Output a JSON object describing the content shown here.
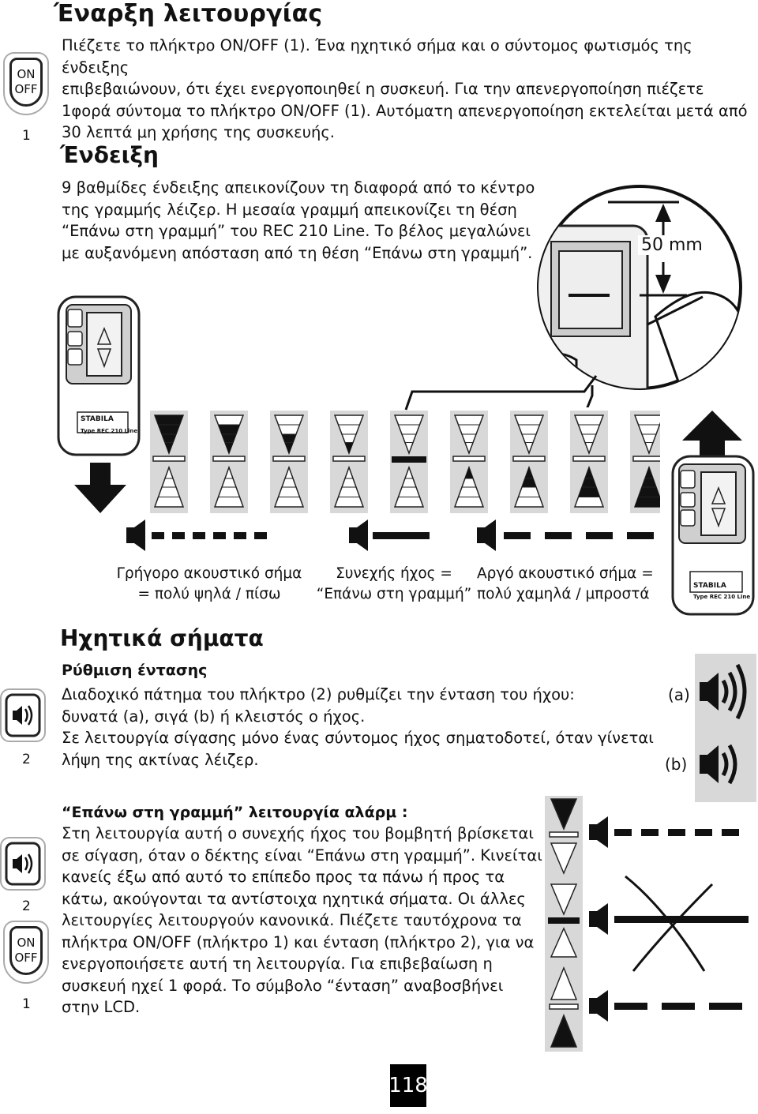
{
  "section1": {
    "title": "Έναρξη λειτουργίας",
    "key_on": "ON",
    "key_off": "OFF",
    "key_number": "1",
    "paragraph": [
      "Πιέζετε το πλήκτρο ON/OFF (1). Ένα ηχητικό σήμα και ο σύντομος φωτισμός της ένδειξης",
      "επιβεβαιώνουν, ότι έχει ενεργοποιηθεί η συσκευή. Για την απενεργοποίηση πιέζετε",
      "1φορά σύντομα το πλήκτρο ON/OFF (1). Αυτόματη απενεργοποίηση εκτελείται μετά από",
      "30 λεπτά μη χρήσης της συσκευής."
    ]
  },
  "section_display": {
    "title": "Ένδειξη",
    "paragraph": [
      "9 βαθμίδες ένδειξης απεικονίζουν τη διαφορά από το κέντρο",
      "της γραμμής λέιζερ. Η μεσαία γραμμή απεικονίζει τη θέση",
      "“Επάνω στη γραμμή” του REC 210 Line. Το βέλος μεγαλώνει",
      "με αυξανόμενη απόσταση από τη θέση “Επάνω στη γραμμή”."
    ],
    "distance_label": "50 mm",
    "device_brand": "STABILA",
    "device_model": "Type REC 210 Line",
    "captions": {
      "fast_1": "Γρήγορο ακουστικό σήμα",
      "fast_2": "= πολύ ψηλά / πίσω",
      "cont_1": "Συνεχής ήχος =",
      "cont_2": "“Επάνω στη γραμμή”",
      "slow_1": "Αργό ακουστικό σήμα =",
      "slow_2": "πολύ χαμηλά / μπροστά"
    },
    "indicator_levels": [
      4,
      3,
      2,
      1,
      0,
      -1,
      -2,
      -3,
      -4
    ]
  },
  "section_sound": {
    "title": "Ηχητικά σήματα",
    "subtitle": "Ρύθμιση έντασης",
    "key_number": "2",
    "paragraph": [
      "Διαδοχικό πάτημα του πλήκτρο (2) ρυθμίζει την ένταση του ήχου:",
      "δυνατά (a), σιγά (b) ή κλειστός ο ήχος.",
      "Σε λειτουργία σίγασης μόνο ένας σύντομος ήχος σηματοδοτεί, όταν γίνεται",
      "λήψη της ακτίνας λέιζερ."
    ],
    "label_a": "(a)",
    "label_b": "(b)"
  },
  "section_alarm": {
    "title": "“Επάνω στη γραμμή” λειτουργία αλάρμ :",
    "key2_number": "2",
    "key1_number": "1",
    "key_on": "ON",
    "key_off": "OFF",
    "paragraph": [
      "Στη λειτουργία αυτή ο συνεχής ήχος του βομβητή βρίσκεται",
      "σε σίγαση, όταν ο δέκτης είναι “Επάνω στη γραμμή”. Κινείται",
      "κανείς έξω από αυτό το επίπεδο προς τα πάνω ή προς τα",
      "κάτω, ακούγονται τα αντίστοιχα ηχητικά σήματα. Οι άλλες",
      "λειτουργίες λειτουργούν κανονικά. Πιέζετε ταυτόχρονα τα",
      "πλήκτρα ON/OFF (πλήκτρο 1) και ένταση (πλήκτρο 2), για να",
      "ενεργοποιήσετε αυτή τη λειτουργία. Για επιβεβαίωση η",
      "συσκευή ηχεί 1 φορά. Το σύμβολο “ένταση” αναβοσβήνει",
      "στην LCD."
    ]
  },
  "page_number": "118",
  "colors": {
    "text": "#111111",
    "gray_panel": "#d8d8d8",
    "page_badge": "#000000"
  }
}
